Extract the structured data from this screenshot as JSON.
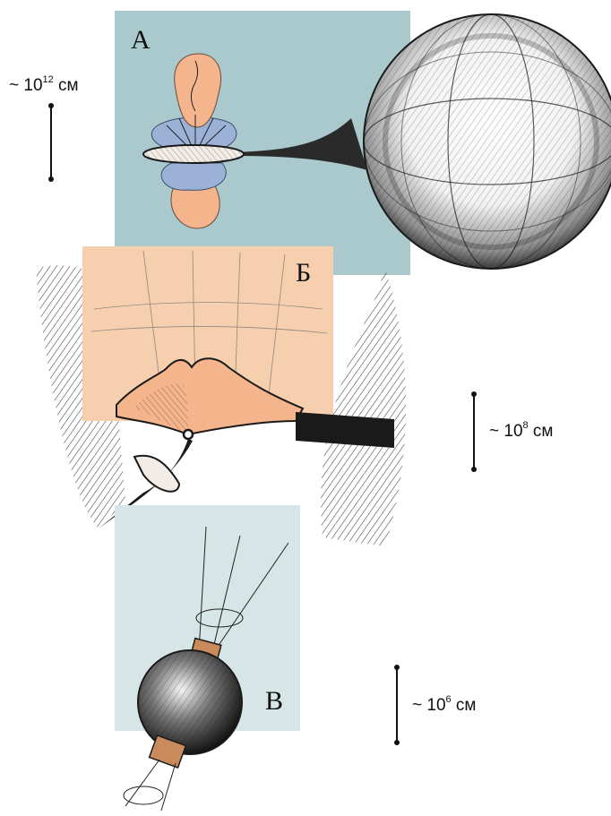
{
  "panels": {
    "a": {
      "label": "А"
    },
    "b": {
      "label": "Б"
    },
    "c": {
      "label": "В"
    }
  },
  "scales": [
    {
      "prefix": "~ 10",
      "exponent": "12",
      "unit": " см"
    },
    {
      "prefix": "~ 10",
      "exponent": "8",
      "unit": " см"
    },
    {
      "prefix": "~ 10",
      "exponent": "6",
      "unit": " см"
    }
  ],
  "colors": {
    "panel_a_bg": "#a9c9cd",
    "panel_b_bg": "#f6cfae",
    "panel_c_bg": "#d6e6e7",
    "lobe_orange": "#f4b48c",
    "lobe_blue": "#9cb1d6",
    "ink": "#1a1a1a"
  }
}
